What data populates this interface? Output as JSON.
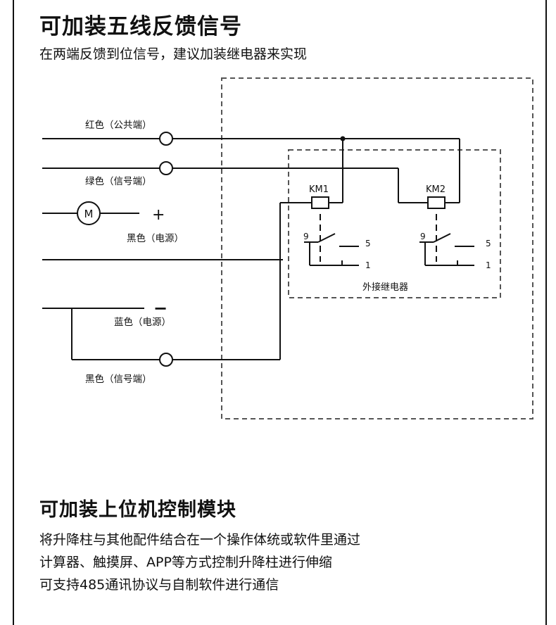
{
  "heading_feedback": "可加装五线反馈信号",
  "subheading_feedback": "在两端反馈到位信号，建议加装继电器来实现",
  "diagram": {
    "wire_red": "红色（公共端）",
    "wire_green": "绿色（信号端）",
    "motor_symbol": "M",
    "plus_sign": "+",
    "wire_black_power": "黑色（电源）",
    "minus_sign": "−",
    "wire_blue_power": "蓝色（电源）",
    "wire_black_signal": "黑色（信号端）",
    "relay1_label": "KM1",
    "relay2_label": "KM2",
    "relay1_terminals": [
      "9",
      "5",
      "1"
    ],
    "relay2_terminals": [
      "9",
      "5",
      "1"
    ],
    "external_relay_label": "外接继电器"
  },
  "heading_controller": "可加装上位机控制模块",
  "description_lines": [
    "将升降柱与其他配件结合在一个操作体统或软件里通过",
    "计算器、触摸屏、APP等方式控制升降柱进行伸缩",
    "可支持485通讯协议与自制软件进行通信"
  ]
}
